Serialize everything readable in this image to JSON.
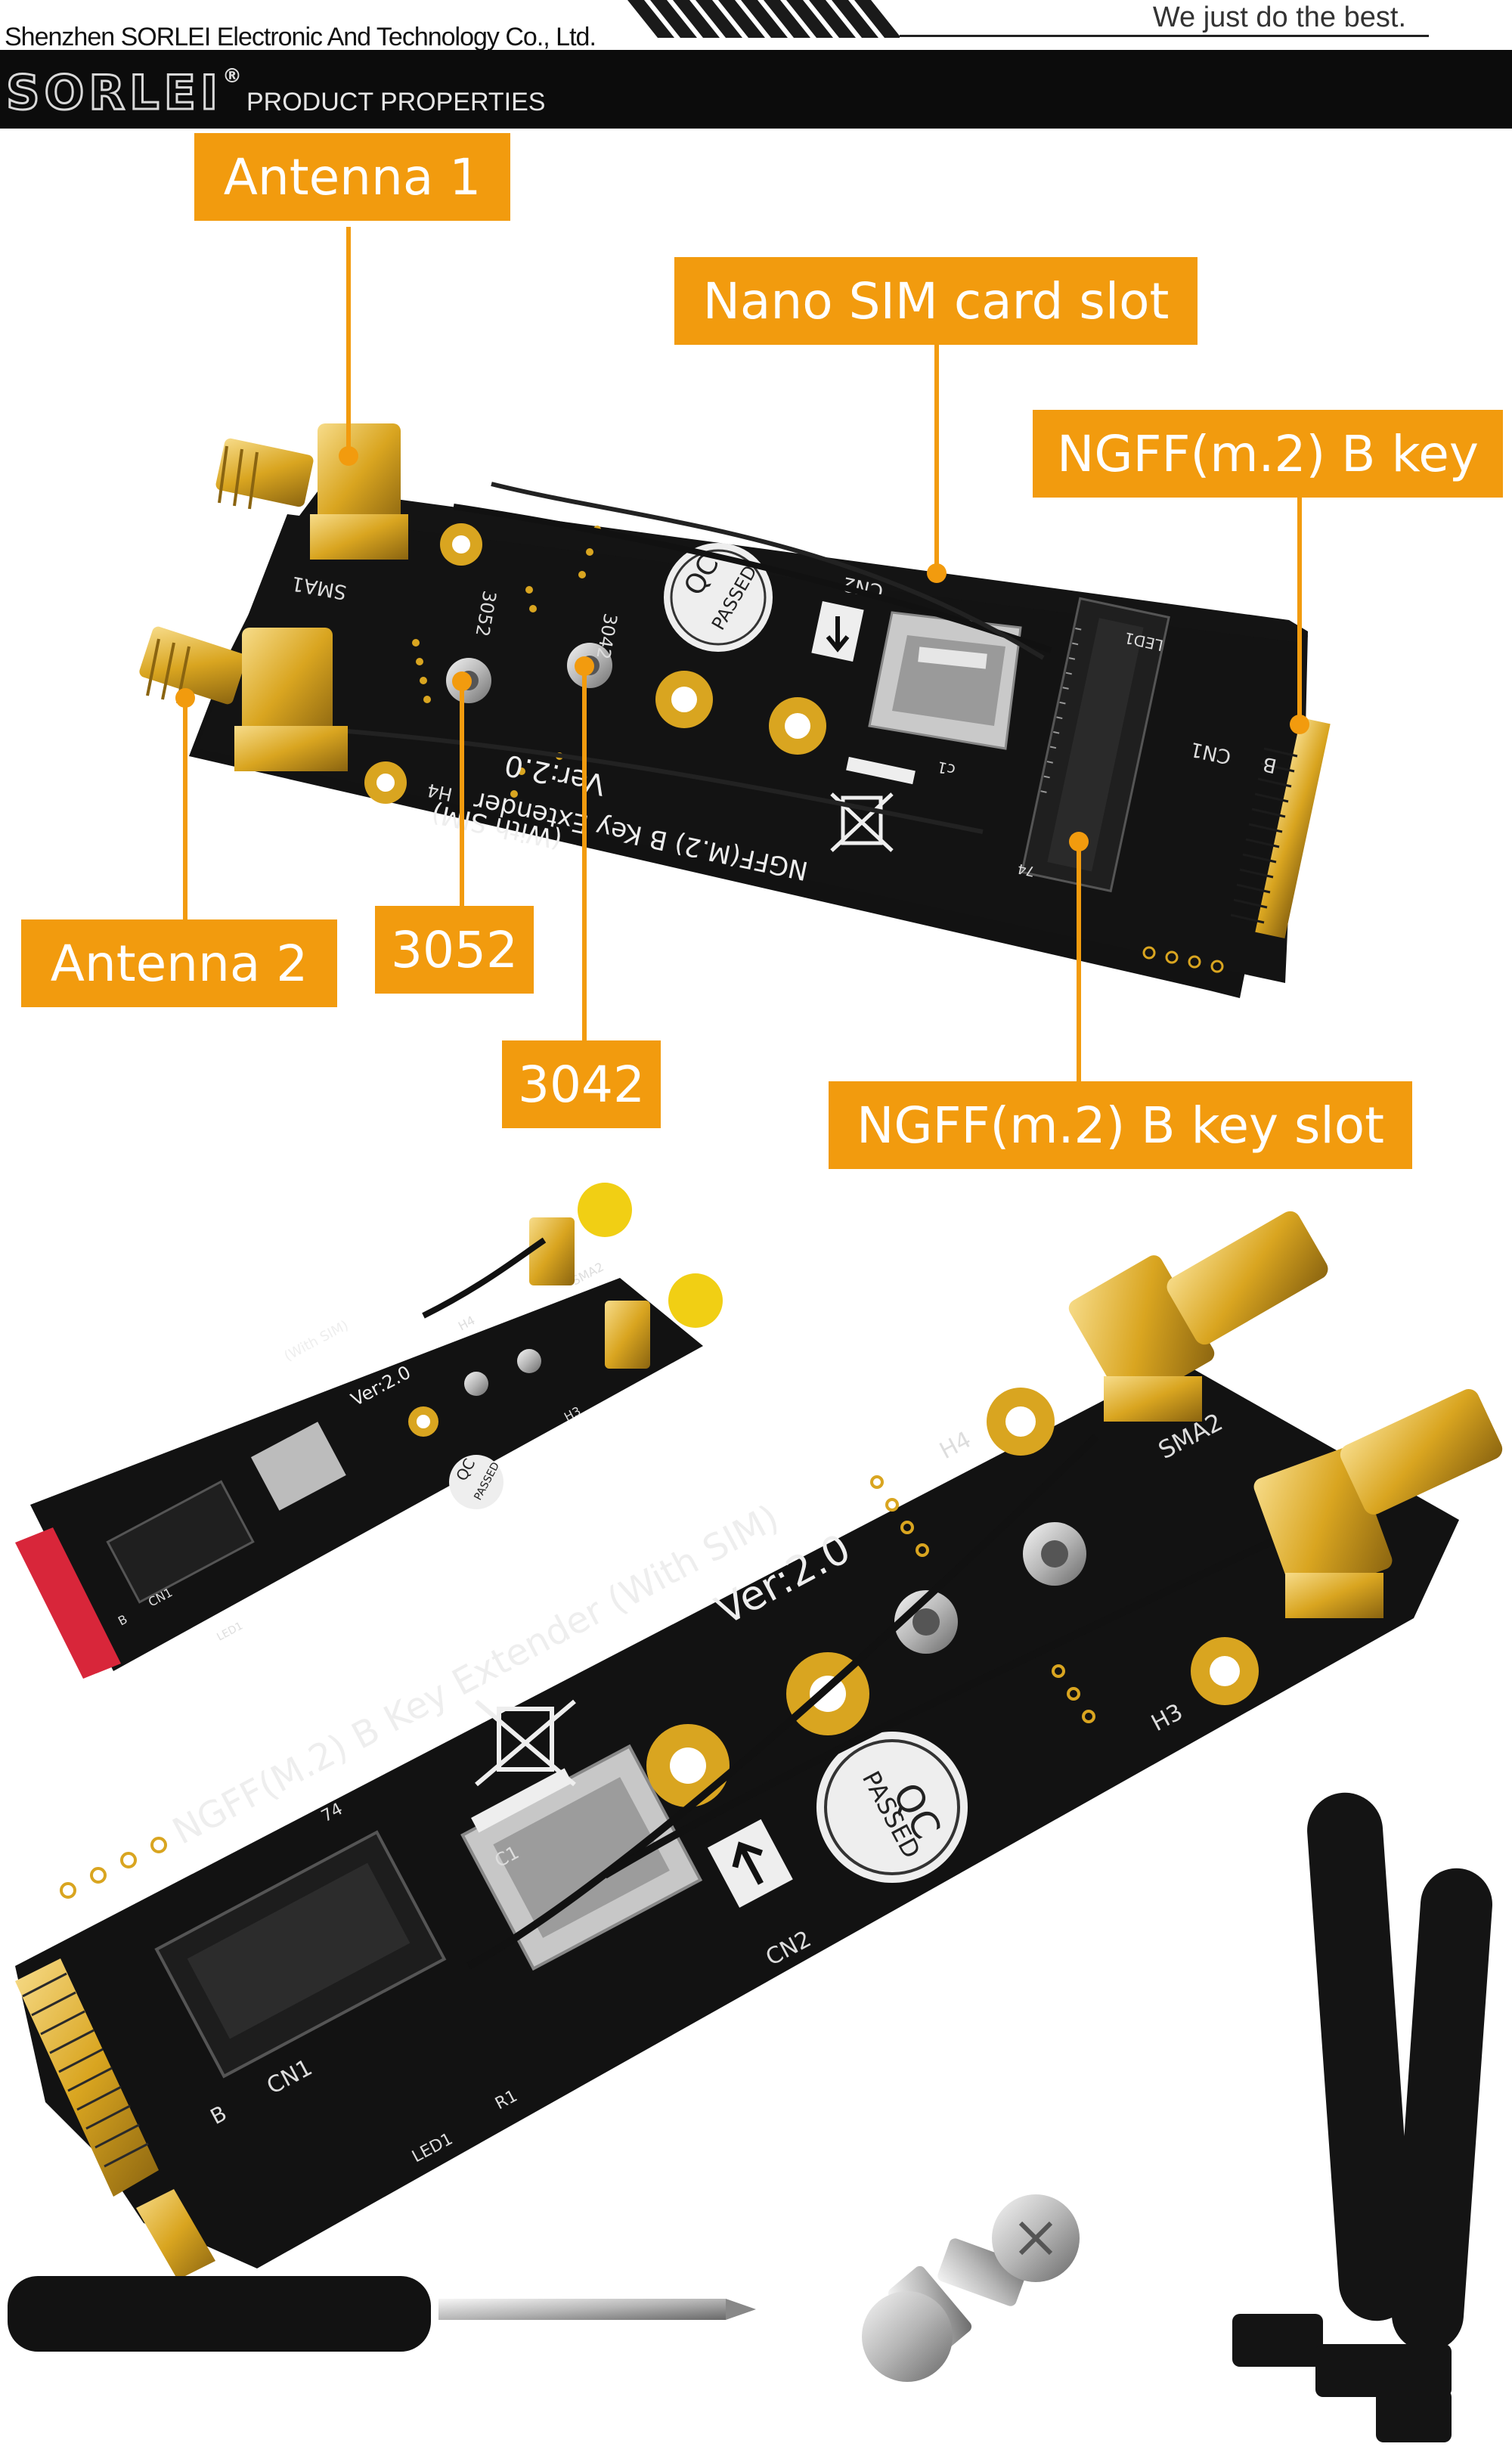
{
  "header": {
    "company": "Shenzhen SORLEI Electronic And Technology Co., Ltd.",
    "tagline": "We just do the best.",
    "logo": "SORLEI",
    "logo_mark": "®",
    "section": "PRODUCT PROPERTIES"
  },
  "callouts": {
    "antenna1": "Antenna 1",
    "nano_sim": "Nano SIM card slot",
    "b_key": "NGFF(m.2) B key",
    "antenna2": "Antenna 2",
    "c3052": "3052",
    "c3042": "3042",
    "b_key_slot": "NGFF(m.2) B key slot"
  },
  "board_top": {
    "sma1": "SMA1",
    "h4": "H4",
    "c3052": "3052",
    "c3042": "3042",
    "qc": "QC",
    "passed": "PASSED",
    "cn2": "CN2",
    "cn1": "CN1",
    "b": "B",
    "c1": "c1",
    "led1": "LED1",
    "ver": "Ver:2.0",
    "with_sim": "(With SIM)",
    "extender": "NGFF(M.2) B Key Extender",
    "n74": "74"
  },
  "board_large": {
    "ver": "Ver:2.0",
    "sma2": "SMA2",
    "h4": "H4",
    "h3": "H3",
    "qc": "QC",
    "passed": "PASSED",
    "cn2": "CN2",
    "cn1": "CN1",
    "c1": "C1",
    "b": "B",
    "led1": "LED1",
    "r1": "R1",
    "n74": "74",
    "extender": "NGFF(M.2) B Key Extender (With SIM)"
  },
  "board_small": {
    "ver": "Ver:2.0",
    "with_sim": "(With SIM)",
    "qc": "QC",
    "passed": "PASSED",
    "sma2": "SMA2",
    "h4": "H4",
    "h3": "H3",
    "cn1": "CN1",
    "b": "B",
    "led1": "LED1"
  },
  "colors": {
    "accent": "#f29b0e",
    "pcb": "#121212",
    "gold": "#d9a520",
    "header_band": "#0c0c0c"
  }
}
